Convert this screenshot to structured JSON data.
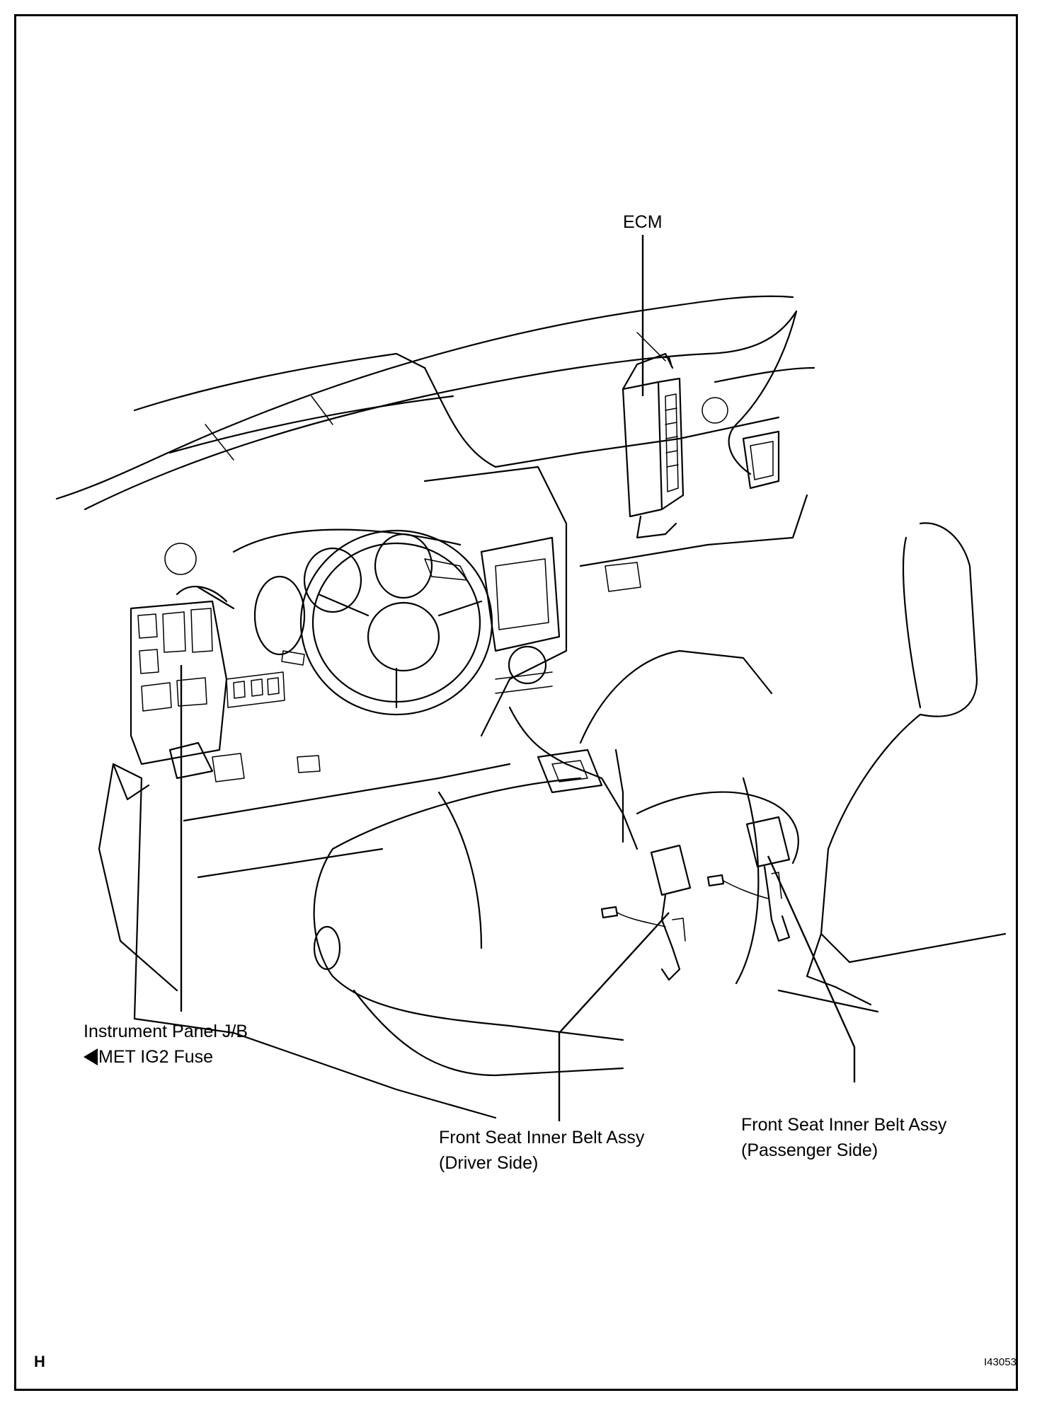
{
  "callouts": {
    "ecm": "ECM",
    "jb_line1": "Instrument Panel J/B",
    "jb_line2": "MET IG2 Fuse",
    "driver_line1": "Front Seat Inner Belt Assy",
    "driver_line2": "(Driver Side)",
    "passenger_line1": "Front Seat Inner Belt Assy",
    "passenger_line2": "(Passenger Side)"
  },
  "corner": {
    "letter": "H",
    "code": "I43053"
  }
}
